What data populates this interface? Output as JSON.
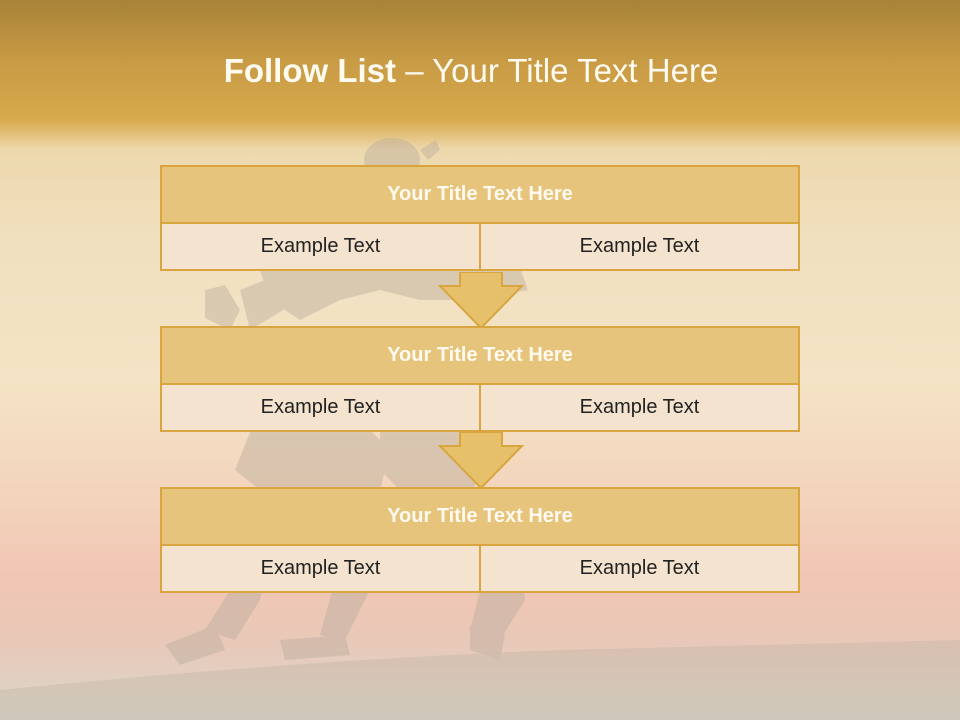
{
  "slide": {
    "title_bold": "Follow List",
    "title_rest": "– Your Title Text Here"
  },
  "blocks": [
    {
      "title": "Your Title Text Here",
      "left": "Example Text",
      "right": "Example Text"
    },
    {
      "title": "Your Title Text Here",
      "left": "Example Text",
      "right": "Example Text"
    },
    {
      "title": "Your Title Text Here",
      "left": "Example Text",
      "right": "Example Text"
    }
  ],
  "colors": {
    "header_band": "#d8aa4d",
    "block_border": "#d9a53f",
    "block_head_fill": "#e7c47c",
    "block_row_fill": "#f4e4cf",
    "arrow_fill": "#e6c06a"
  }
}
